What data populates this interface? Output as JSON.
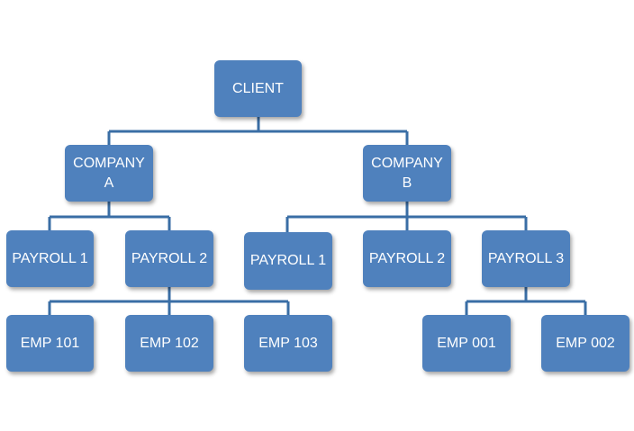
{
  "diagram": {
    "nodes": {
      "client": "CLIENT",
      "company_a": "COMPANY\nA",
      "company_b": "COMPANY\nB",
      "a_payroll_1": "PAYROLL 1",
      "a_payroll_2": "PAYROLL 2",
      "b_payroll_1": "PAYROLL 1",
      "b_payroll_2": "PAYROLL 2",
      "b_payroll_3": "PAYROLL 3",
      "emp_101": "EMP 101",
      "emp_102": "EMP 102",
      "emp_103": "EMP 103",
      "emp_001": "EMP 001",
      "emp_002": "EMP 002"
    },
    "colors": {
      "box": "#4f81bd",
      "connector": "#3a6ea5",
      "text": "#ffffff"
    }
  }
}
